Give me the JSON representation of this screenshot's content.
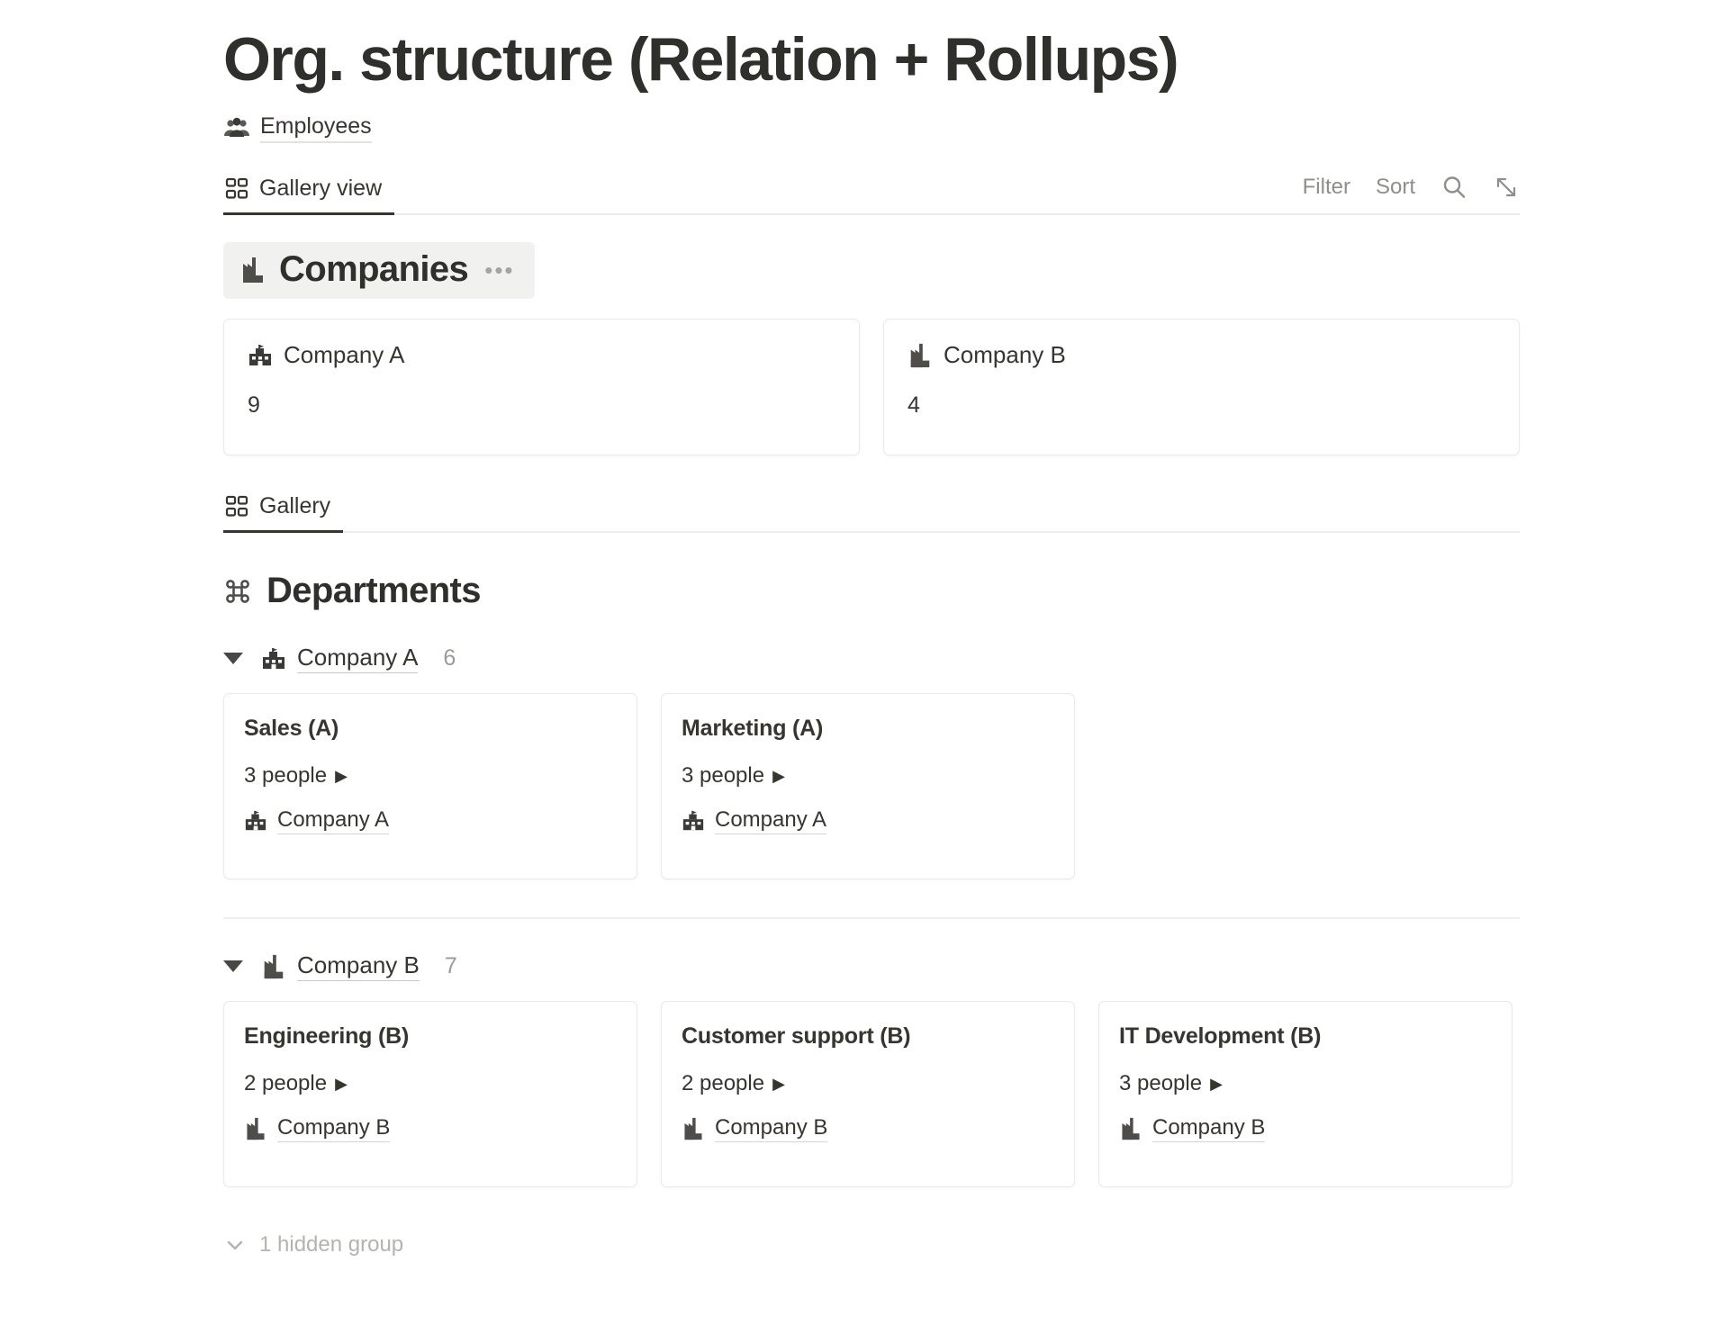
{
  "page": {
    "title": "Org. structure (Relation + Rollups)"
  },
  "database_link": {
    "icon": "people-group-icon",
    "label": "Employees"
  },
  "viewbar": {
    "tabs": [
      {
        "label": "Gallery view",
        "icon": "gallery-grid-icon",
        "active": true
      }
    ],
    "tools": {
      "filter_label": "Filter",
      "sort_label": "Sort",
      "search_icon": "search-icon",
      "expand_icon": "expand-diagonal-icon"
    }
  },
  "companies_section": {
    "icon": "factory-icon",
    "title": "Companies",
    "menu": "•••",
    "cards": [
      {
        "icon": "school-building-icon",
        "title": "Company A",
        "value": "9"
      },
      {
        "icon": "factory-icon",
        "title": "Company B",
        "value": "4"
      }
    ]
  },
  "departments_section": {
    "view_tab": {
      "label": "Gallery",
      "icon": "gallery-grid-icon",
      "active": true
    },
    "icon": "command-loop-icon",
    "title": "Departments",
    "groups": [
      {
        "icon": "school-building-icon",
        "name": "Company A",
        "count": "6",
        "cards": [
          {
            "title": "Sales (A)",
            "rollup": "3 people",
            "rollup_caret": "▶",
            "relation_icon": "school-building-icon",
            "relation": "Company A"
          },
          {
            "title": "Marketing (A)",
            "rollup": "3 people",
            "rollup_caret": "▶",
            "relation_icon": "school-building-icon",
            "relation": "Company A"
          }
        ]
      },
      {
        "icon": "factory-icon",
        "name": "Company B",
        "count": "7",
        "cards": [
          {
            "title": "Engineering (B)",
            "rollup": "2 people",
            "rollup_caret": "▶",
            "relation_icon": "factory-icon",
            "relation": "Company B"
          },
          {
            "title": "Customer support (B)",
            "rollup": "2 people",
            "rollup_caret": "▶",
            "relation_icon": "factory-icon",
            "relation": "Company B"
          },
          {
            "title": "IT Development (B)",
            "rollup": "3 people",
            "rollup_caret": "▶",
            "relation_icon": "factory-icon",
            "relation": "Company B"
          }
        ]
      }
    ],
    "hidden_groups_label": "1 hidden group"
  },
  "colors": {
    "text": "#37352f",
    "muted": "#9b9a97",
    "faint": "#b4b3b0",
    "border": "#eae9e7",
    "section_bg": "#f1f1ef"
  }
}
